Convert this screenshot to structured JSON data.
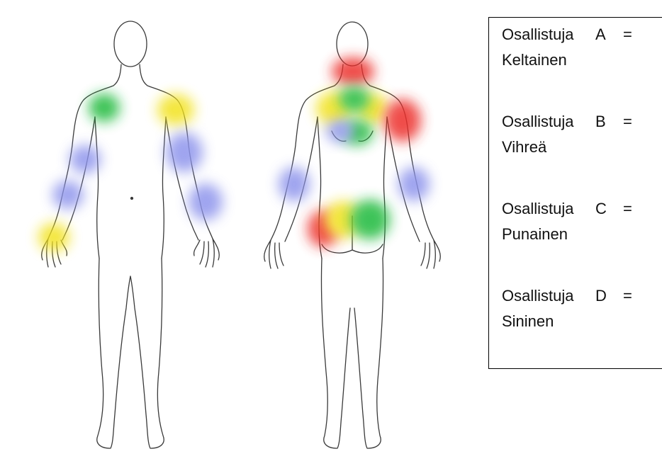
{
  "legend": {
    "entries": [
      {
        "label": "Osallistuja",
        "letter": "A",
        "equals": "=",
        "color_name": "Keltainen",
        "color": "#f2e21a"
      },
      {
        "label": "Osallistuja",
        "letter": "B",
        "equals": "=",
        "color_name": "Vihreä",
        "color": "#1fb93a"
      },
      {
        "label": "Osallistuja",
        "letter": "C",
        "equals": "=",
        "color_name": "Punainen",
        "color": "#ec2d2a"
      },
      {
        "label": "Osallistuja",
        "letter": "D",
        "equals": "=",
        "color_name": "Sininen",
        "color": "#8e94ec"
      }
    ]
  },
  "figure": {
    "views": [
      "front",
      "back"
    ],
    "outline_color": "#333333"
  }
}
